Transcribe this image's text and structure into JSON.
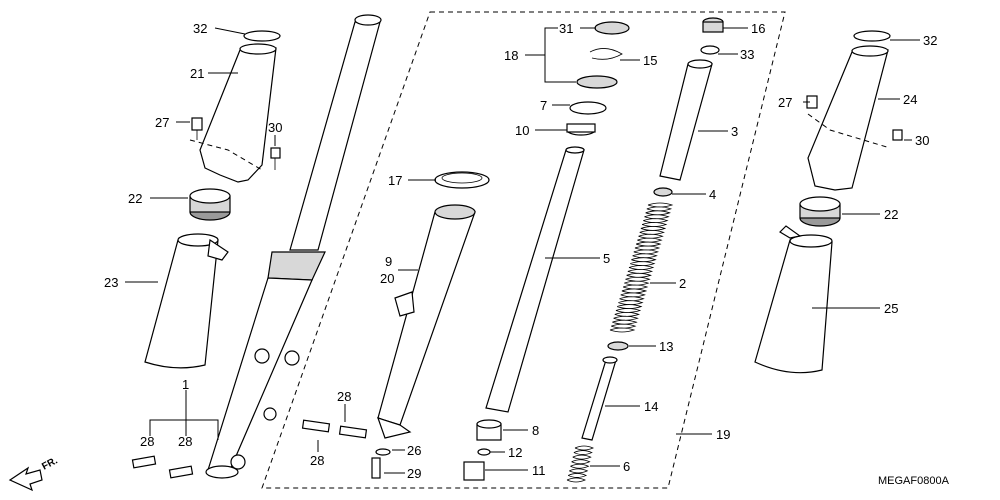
{
  "diagram_code": "MEGAF0800A",
  "direction_label": "FR.",
  "labels": {
    "n32a": "32",
    "n21": "21",
    "n27a": "27",
    "n30a": "30",
    "n22a": "22",
    "n23": "23",
    "n1": "1",
    "n28a": "28",
    "n28b": "28",
    "n28c": "28",
    "n28d": "28",
    "n17": "17",
    "n9": "9",
    "n20": "20",
    "n26": "26",
    "n29": "29",
    "n18": "18",
    "n31": "31",
    "n15": "15",
    "n7": "7",
    "n10": "10",
    "n5": "5",
    "n8": "8",
    "n12": "12",
    "n11": "11",
    "n16": "16",
    "n33": "33",
    "n3": "3",
    "n4": "4",
    "n2": "2",
    "n13": "13",
    "n14": "14",
    "n6": "6",
    "n19": "19",
    "n32b": "32",
    "n24": "24",
    "n27b": "27",
    "n30b": "30",
    "n22b": "22",
    "n25": "25"
  }
}
